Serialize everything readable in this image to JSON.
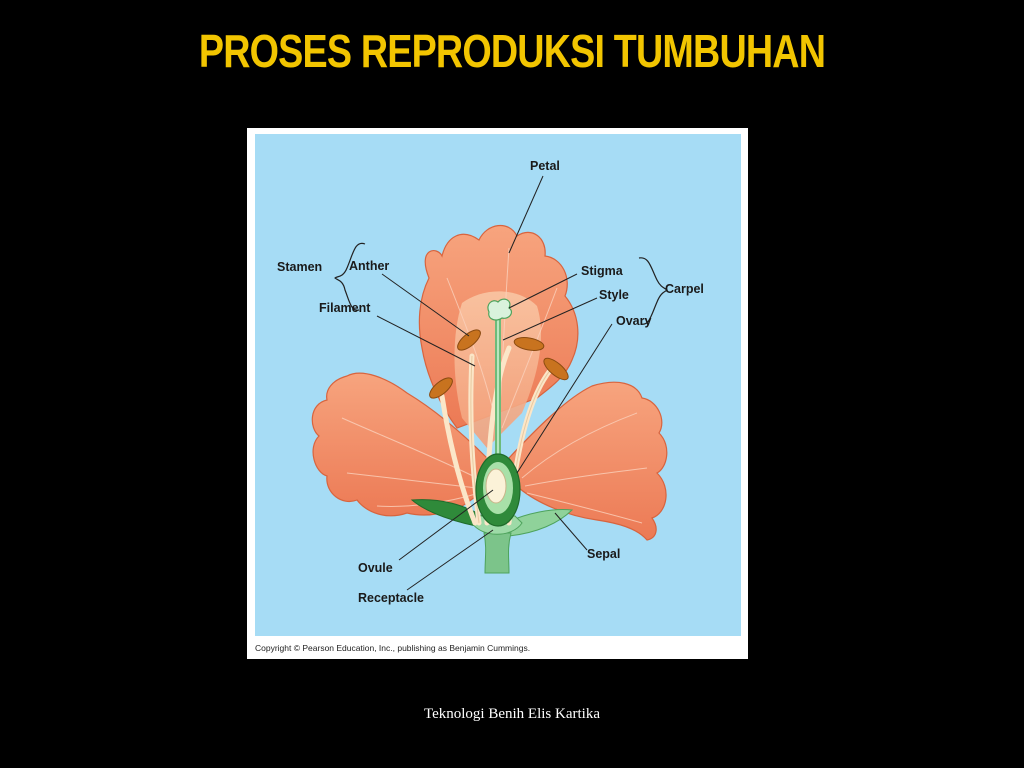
{
  "slide": {
    "title": "PROSES REPRODUKSI TUMBUHAN",
    "footer": "Teknologi Benih Elis Kartika"
  },
  "figure": {
    "labels": {
      "petal": "Petal",
      "stamen": "Stamen",
      "anther": "Anther",
      "filament": "Filament",
      "stigma": "Stigma",
      "style": "Style",
      "carpel": "Carpel",
      "ovary": "Ovary",
      "ovule": "Ovule",
      "receptacle": "Receptacle",
      "sepal": "Sepal"
    },
    "copyright": "Copyright © Pearson Education, Inc., publishing as Benjamin Cummings."
  },
  "colors": {
    "background": "#000000",
    "title": "#f2c500",
    "diagram_background": "#a6dcf5",
    "petal": "#f08a64",
    "stem": "#7cc48a",
    "anther": "#c8731f"
  }
}
